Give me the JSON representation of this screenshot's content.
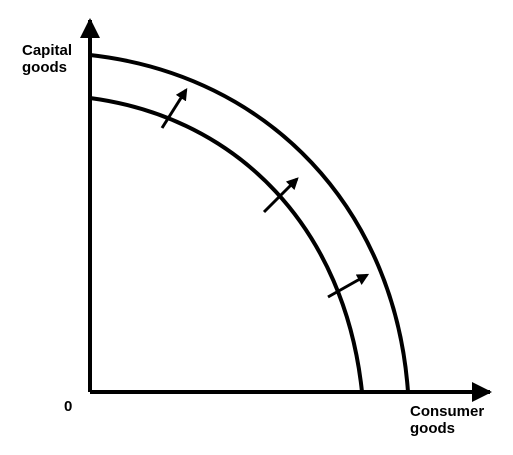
{
  "y_axis_label": [
    "Capital",
    "goods"
  ],
  "x_axis_label": [
    "Consumer",
    "goods"
  ],
  "origin_label": "0",
  "colors": {
    "stroke": "#000000",
    "background": "#ffffff"
  },
  "curves": [
    {
      "name": "original-ppf",
      "y_intercept": 1.0,
      "x_intercept": 1.0
    },
    {
      "name": "shifted-ppf",
      "y_intercept": 1.15,
      "x_intercept": 1.18
    }
  ],
  "shift_arrows": [
    {
      "position": "upper"
    },
    {
      "position": "middle"
    },
    {
      "position": "lower"
    }
  ]
}
